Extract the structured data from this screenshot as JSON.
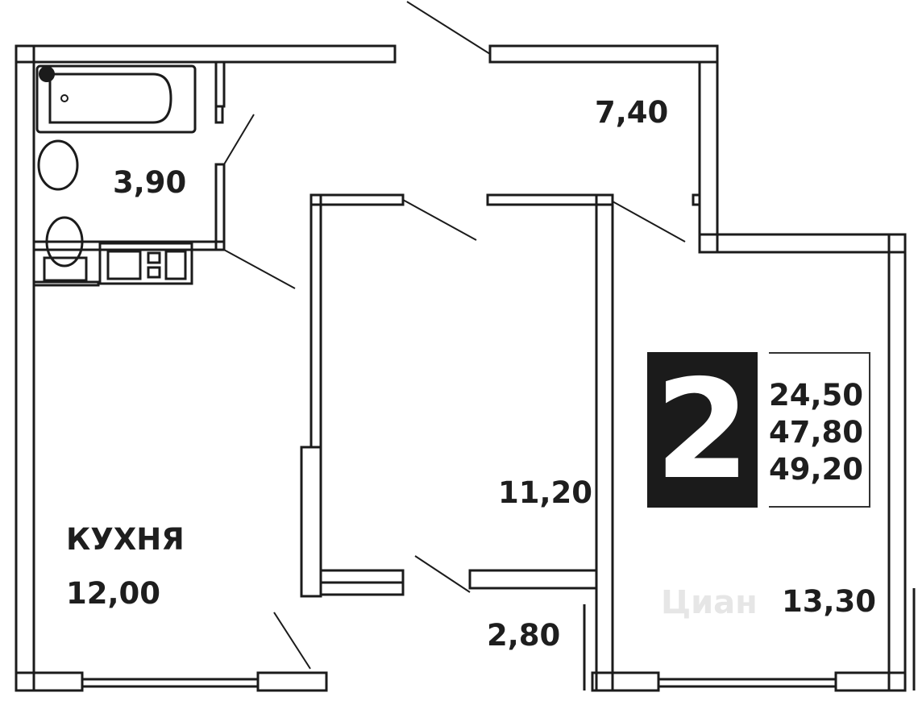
{
  "rooms": {
    "bathroom": "3,90",
    "hall": "7,40",
    "living": "11,20",
    "corridor": "2,80",
    "bedroom": "13,30",
    "kitchen_name": "КУХНЯ",
    "kitchen_area": "12,00"
  },
  "summary": {
    "room_count": "2",
    "living_area": "24,50",
    "total_area": "47,80",
    "total_with_balcony": "49,20"
  },
  "watermark": "Циан",
  "colors": {
    "wall": "#1b1b1b",
    "badge": "#1b1b1b",
    "text": "#1e1e1e"
  }
}
